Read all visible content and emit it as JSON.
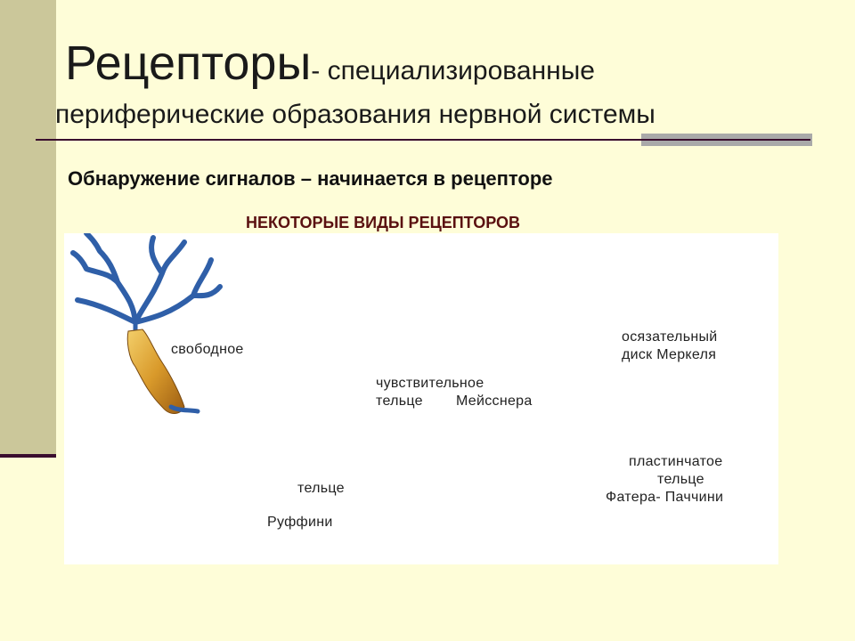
{
  "slide": {
    "title_main": "Рецепторы",
    "title_sub": "- специализированные",
    "title_line2": "периферические образования нервной системы",
    "subtitle": "Обнаружение сигналов – начинается в рецепторе",
    "panel_caption": "НЕКОТОРЫЕ ВИДЫ РЕЦЕПТОРОВ"
  },
  "receptors": {
    "free": "свободное",
    "meissner_1": "чувствительное",
    "meissner_2": "тельце",
    "meissner_3": "Мейсснера",
    "merkel_1": "осязательный",
    "merkel_2": "диск Меркеля",
    "ruffini_1": "тельце",
    "ruffini_2": "Руффини",
    "pacini_1": "пластинчатое",
    "pacini_2": "тельце",
    "pacini_3": "Фатера- Паччини"
  },
  "colors": {
    "background": "#fefdd8",
    "side_bar": "#cbc79a",
    "accent_dark": "#3a0d2e",
    "caption": "#5a1010"
  }
}
